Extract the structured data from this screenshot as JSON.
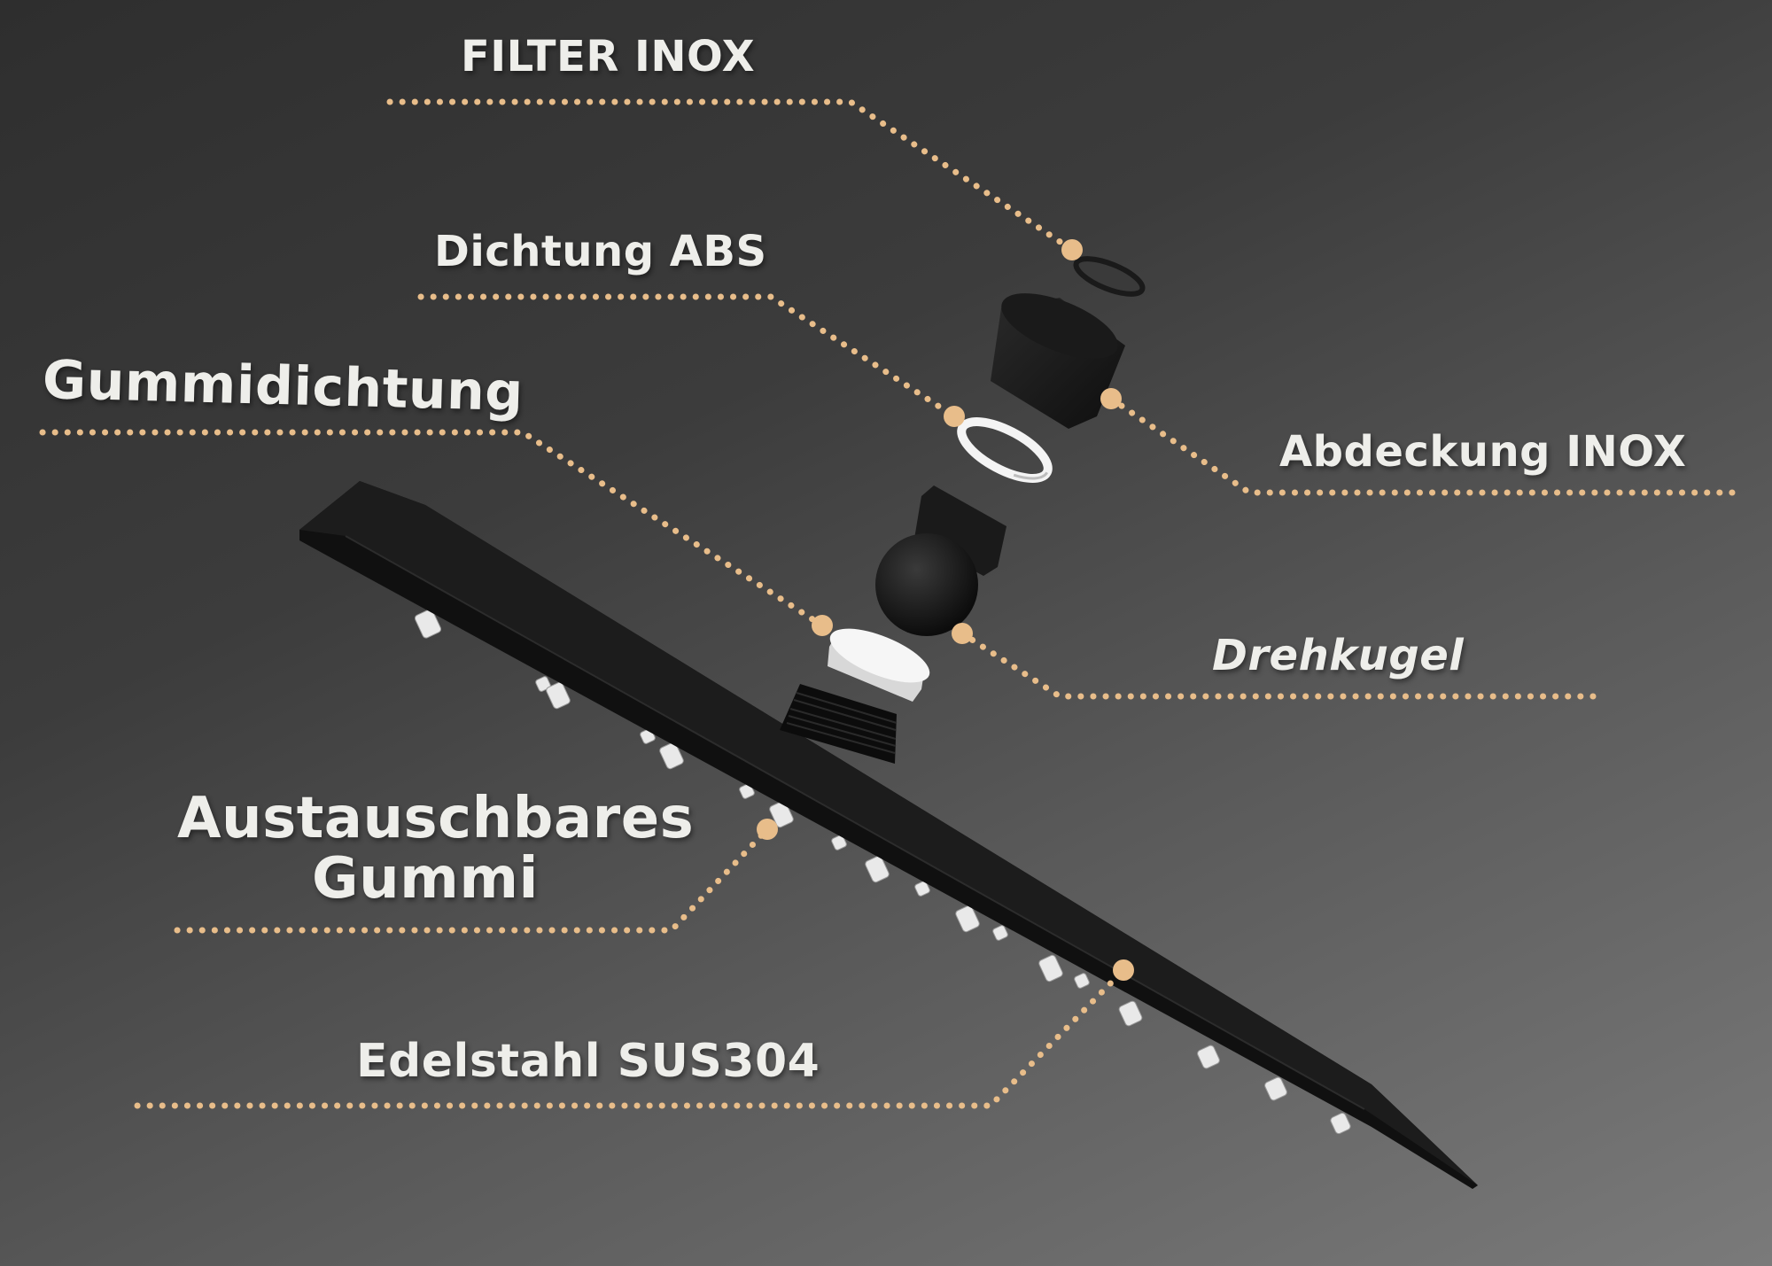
{
  "labels": {
    "filter_inox": "FILTER INOX",
    "dichtung_abs": "Dichtung ABS",
    "gummidichtung": "Gummidichtung",
    "abdeckung_inox": "Abdeckung INOX",
    "drehkugel": "Drehkugel",
    "austauschbares_gummi": "Austauschbares Gummi",
    "edelstahl": "Edelstahl SUS304"
  },
  "colors": {
    "leader_dots": "#e8bd8a",
    "label_text": "#eeeeea",
    "part_black": "#141414",
    "part_white": "#f2f2f2"
  }
}
